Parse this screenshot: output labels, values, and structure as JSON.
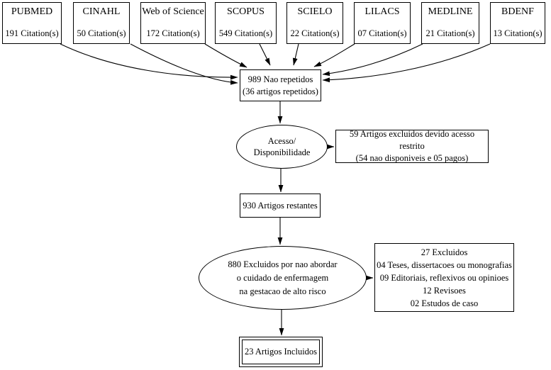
{
  "diagram": {
    "sources": [
      {
        "name": "PUBMED",
        "count": "191 Citation(s)"
      },
      {
        "name": "CINAHL",
        "count": "50 Citation(s)"
      },
      {
        "name": "Web of Science",
        "count": "172 Citation(s)"
      },
      {
        "name": "SCOPUS",
        "count": "549 Citation(s)"
      },
      {
        "name": "SCIELO",
        "count": "22 Citation(s)"
      },
      {
        "name": "LILACS",
        "count": "07 Citation(s)"
      },
      {
        "name": "MEDLINE",
        "count": "21 Citation(s)"
      },
      {
        "name": "BDENF",
        "count": "13 Citation(s)"
      }
    ],
    "deduplicated": {
      "line1": "989 Nao repetidos",
      "line2": "(36 artigos repetidos)"
    },
    "access_decision": {
      "line1": "Acesso/",
      "line2": "Disponibilidade"
    },
    "access_excluded": {
      "line1": "59 Artigos excluidos devido acesso restrito",
      "line2": "(54 nao disponiveis e 05 pagos)"
    },
    "remaining": "930 Artigos restantes",
    "scope_decision": {
      "line1": "880 Excluidos por nao abordar",
      "line2": "o cuidado de enfermagem",
      "line3": "na gestacao de alto risco"
    },
    "excluded_breakdown": [
      "27 Excluidos",
      "04 Teses, dissertacoes ou monografias",
      "09 Editoriais, reflexivos ou opinioes",
      "12 Revisoes",
      "02 Estudos de caso"
    ],
    "included": "23 Artigos Incluidos",
    "colors": {
      "line": "#000000",
      "background": "#ffffff"
    }
  }
}
